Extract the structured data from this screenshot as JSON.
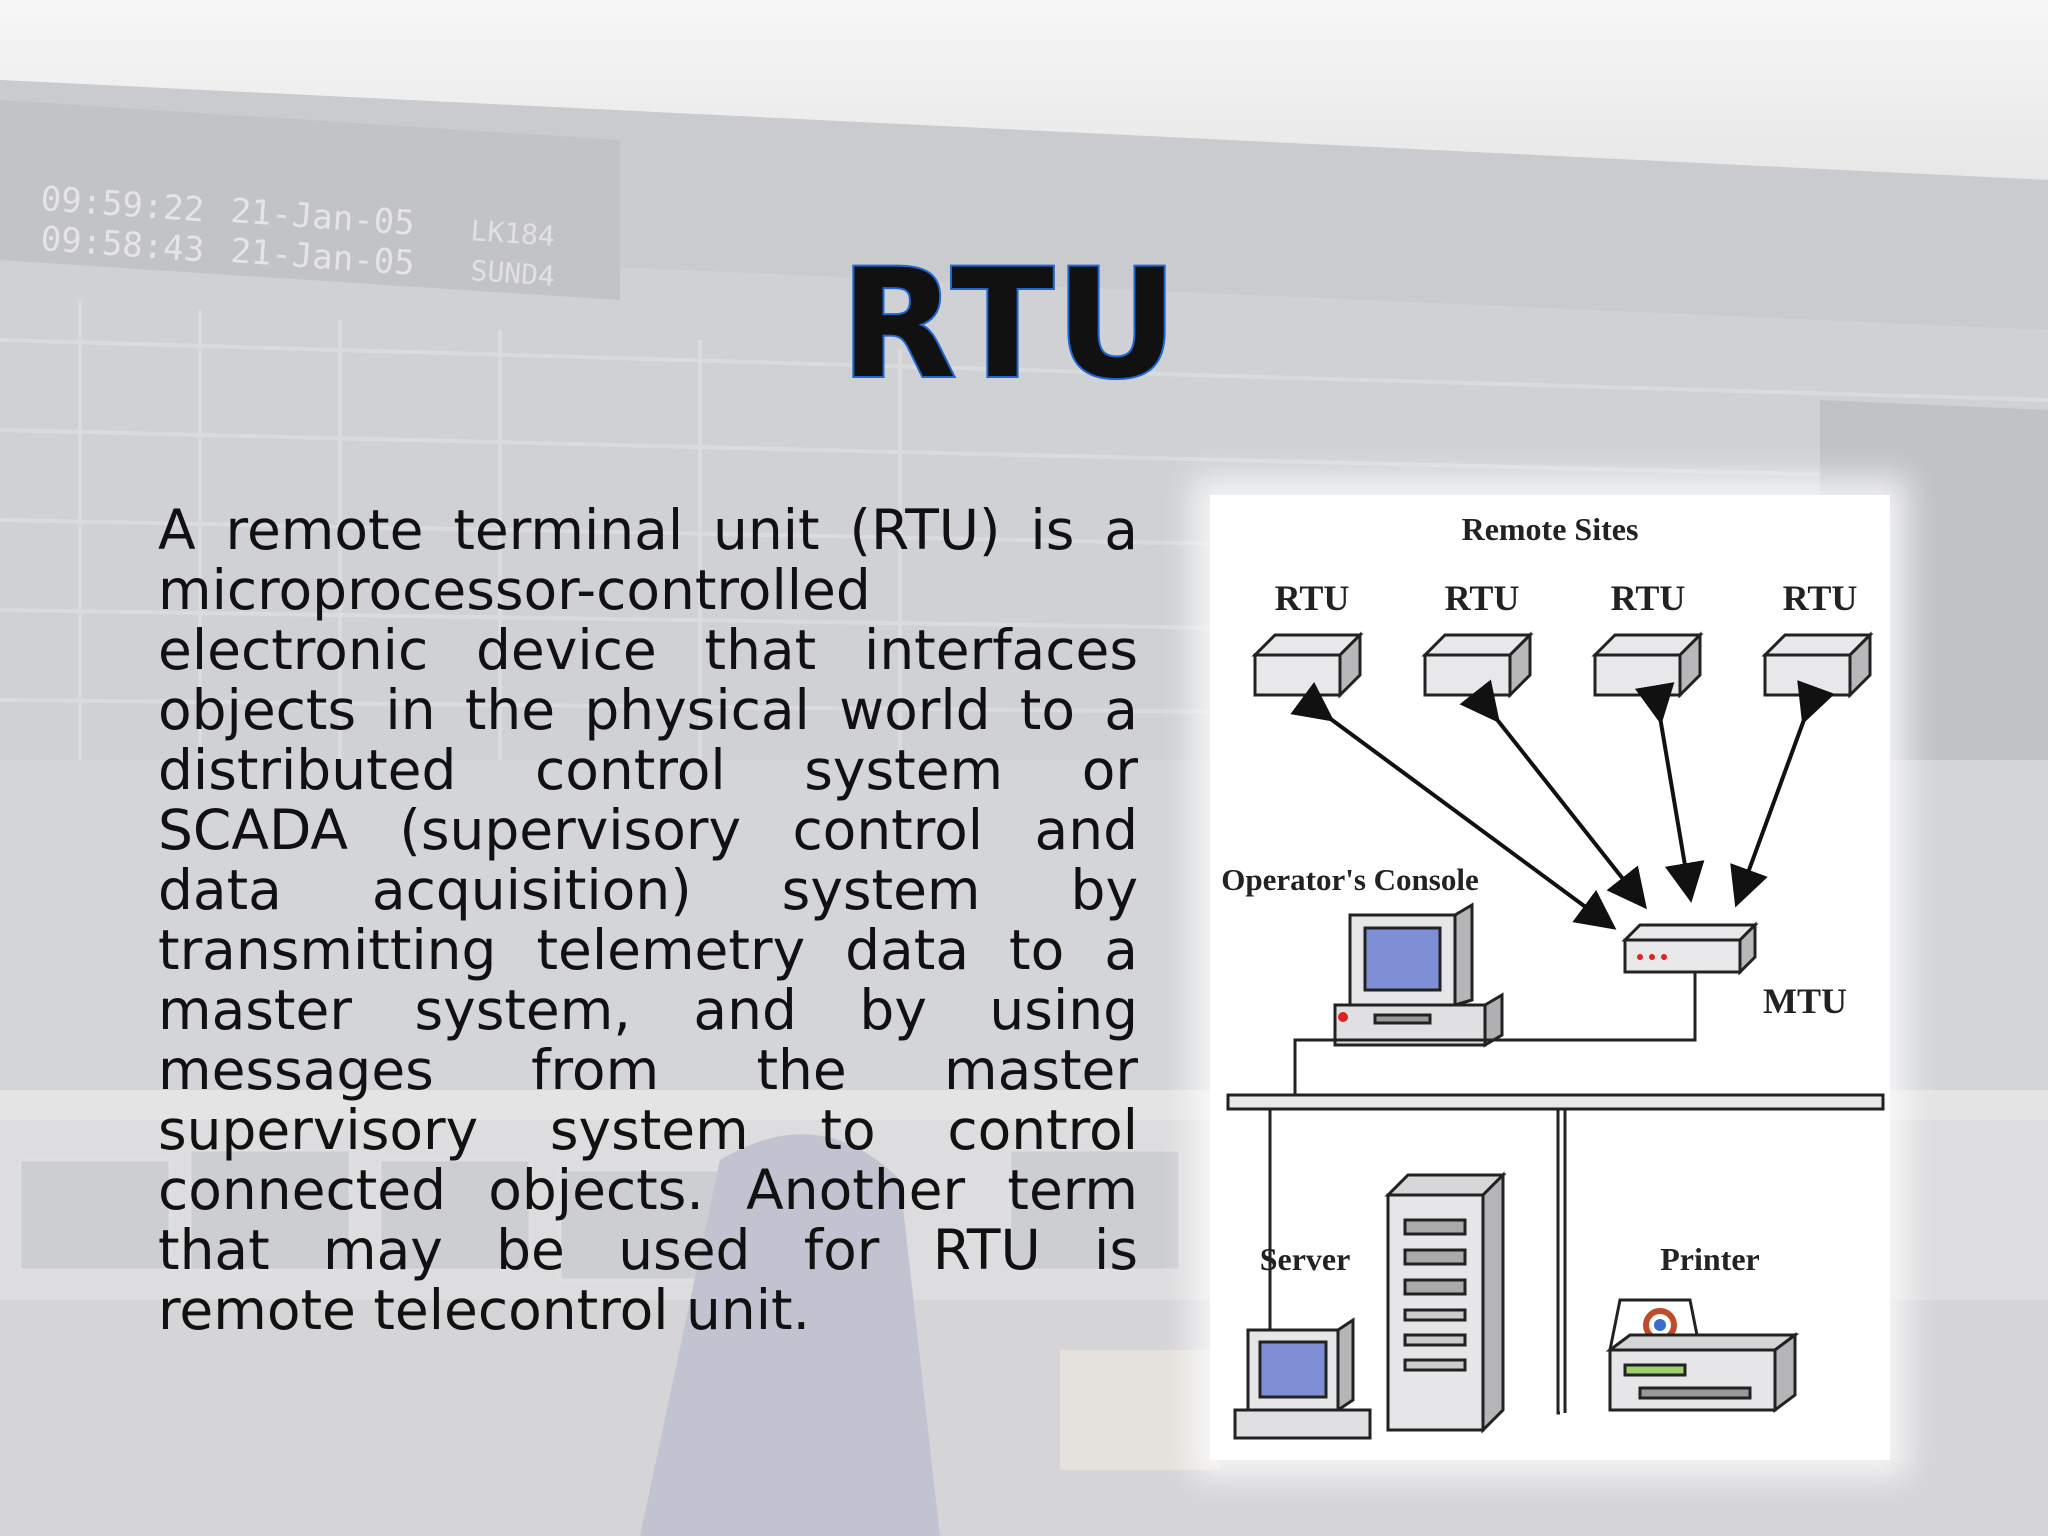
{
  "slide": {
    "title": "RTU",
    "body": "A remote terminal unit (RTU) is a microprocessor-controlled electronic device that interfaces objects in the physical world to a distributed control system or SCADA (supervisory control and data acquisition) system by transmitting telemetry data to a master system, and by using messages from the master supervisory system to control connected objects. Another term that may be used for RTU is remote telecontrol unit."
  },
  "background": {
    "clock_rows": [
      {
        "time": "09:59:22",
        "date": "21-Jan-05",
        "code": "LK184"
      },
      {
        "time": "09:58:43",
        "date": "21-Jan-05",
        "code": "SUND4"
      }
    ]
  },
  "diagram": {
    "remote_sites_label": "Remote Sites",
    "rtu_labels": [
      "RTU",
      "RTU",
      "RTU",
      "RTU"
    ],
    "operator_console_label": "Operator's Console",
    "mtu_label": "MTU",
    "server_label": "Server",
    "printer_label": "Printer"
  },
  "colors": {
    "title_outline": "#1f66d1",
    "text": "#111111",
    "panel_bg": "#ffffff"
  }
}
